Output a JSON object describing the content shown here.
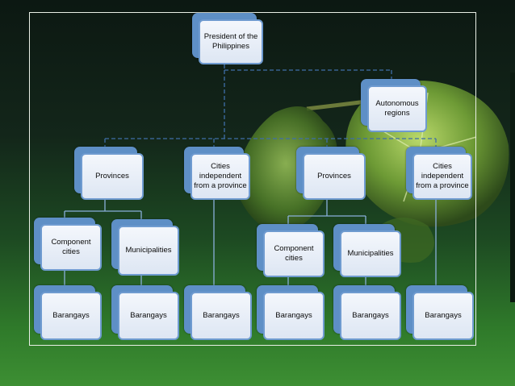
{
  "diagram": {
    "root": "President of the Philippines",
    "autonomous": "Autonomous regions",
    "provinces_a": "Provinces",
    "cities_independent_a": "Cities independent from a province",
    "provinces_b": "Provinces",
    "cities_independent_b": "Cities independent from a province",
    "component_cities_a": "Component cities",
    "municipalities_a": "Municipalities",
    "component_cities_b": "Component cities",
    "municipalities_b": "Municipalities",
    "barangays": [
      "Barangays",
      "Barangays",
      "Barangays",
      "Barangays",
      "Barangays",
      "Barangays"
    ]
  },
  "colors": {
    "box_border": "#6f9bd0",
    "box_shadow": "#5e8fc6",
    "box_fill": "#eef3fa",
    "connector": "#8ab0db",
    "dashed_connector": "#3f6ea8"
  }
}
